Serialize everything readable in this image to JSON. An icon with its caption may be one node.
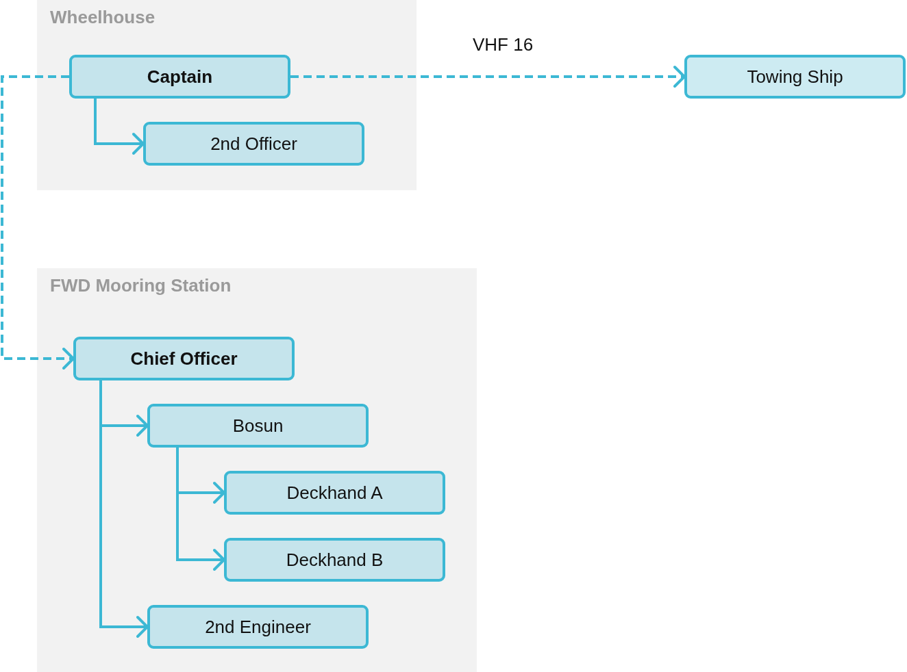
{
  "diagram": {
    "nodes": [
      {
        "text": [
          "Wheelhouse"
        ]
      },
      {
        "text": [
          "Captain"
        ],
        "in": 0
      },
      {
        "text": [
          "2nd Officer"
        ],
        "in": 0
      },
      {
        "text": [
          "Towing Ship"
        ]
      },
      {
        "text": [
          "FWD Mooring Station"
        ]
      },
      {
        "text": [
          "Chief Officer"
        ],
        "in": 4
      },
      {
        "text": [
          "Bosun"
        ],
        "in": 4
      },
      {
        "text": [
          "Deckhand A"
        ],
        "in": 4
      },
      {
        "text": [
          "Deckhand B"
        ],
        "in": 4
      },
      {
        "text": [
          "2nd Engineer"
        ],
        "in": 4
      }
    ],
    "edges": [
      {
        "from": 1,
        "to": 2,
        "arrow": "to"
      },
      {
        "from": 1,
        "to": 3,
        "arrow": "to",
        "label": "VHF 16",
        "style": "dashed"
      },
      {
        "from": 1,
        "to": 5,
        "arrow": "to",
        "style": "dashed"
      },
      {
        "from": 5,
        "to": 6,
        "arrow": "to"
      },
      {
        "from": 5,
        "to": 9,
        "arrow": "to"
      },
      {
        "from": 6,
        "to": 7,
        "arrow": "to"
      },
      {
        "from": 6,
        "to": 8,
        "arrow": "to"
      }
    ]
  }
}
